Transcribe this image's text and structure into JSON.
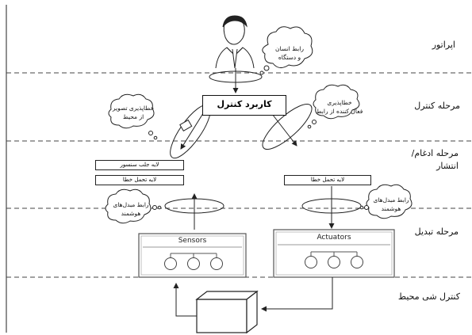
{
  "levels": {
    "operator": "اپراتور",
    "control": "مرحله کنترل",
    "integration_line1": "مرحله ادغام/",
    "integration_line2": "انتشار",
    "conversion": "مرحله تبدیل",
    "environment": "کنترل شی محیط"
  },
  "center_box": "کاربرد کنترل",
  "clouds": {
    "hmi_line1": "رابط انسان",
    "hmi_line2": "و دستگاه",
    "img_tol_line1": "خطاپذیری تصویر",
    "img_tol_line2": "از محیط",
    "act_tol_line1": "خطاپذیری",
    "act_tol_line2": "فعال کننده از رابط",
    "smart_left_line1": "رابط مبدل‌های",
    "smart_left_line2": "هوشمند",
    "smart_right_line1": "رابط مبدل‌های",
    "smart_right_line2": "هوشمند"
  },
  "layers": {
    "sensor_pull": "لایه جلب سنسور",
    "fault_tol_left": "لایه تحمل خطا",
    "fault_tol_right": "لایه تحمل خطا"
  },
  "modules": {
    "sensors": "Sensors",
    "actuators": "Actuators"
  },
  "colors": {
    "line": "#222222",
    "dashed": "#444444",
    "module_border": "#555555"
  },
  "icons": [
    "operator-person-icon",
    "environment-cube-icon",
    "thought-cloud-icon"
  ]
}
